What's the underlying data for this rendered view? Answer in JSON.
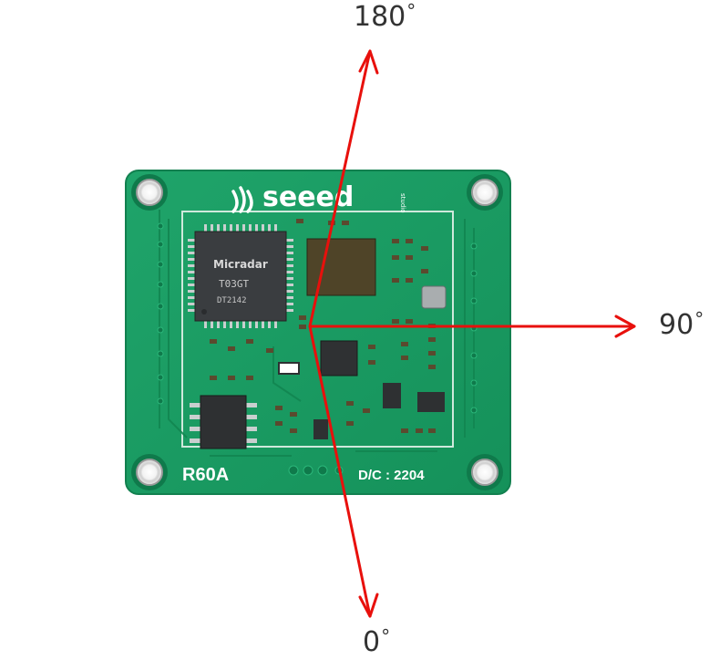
{
  "board": {
    "brand_text": "seeed",
    "brand_sub": "studio",
    "chip_brand": "Micradar",
    "chip_line1": "T03GT",
    "chip_line2": "DT2142",
    "model_label": "R60A",
    "date_code": "D/C : 2204",
    "pcb_color": "#1a9a62"
  },
  "labels": {
    "top": "180",
    "right": "90",
    "bottom": "0",
    "degree_symbol": "°"
  },
  "arrow_color": "#e8100c"
}
